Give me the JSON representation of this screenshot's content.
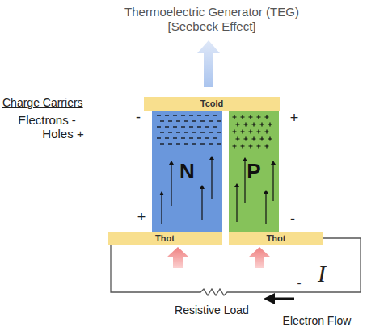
{
  "diagram": {
    "title": "Thermoelectric Generator (TEG) [Seebeck Effect]",
    "nodes": [
      {
        "text": [
          "Tcold"
        ]
      },
      {
        "text": [
          "N"
        ]
      },
      {
        "text": [
          "P"
        ]
      },
      {
        "text": [
          "Thot"
        ]
      },
      {
        "text": [
          "Thot"
        ]
      }
    ],
    "edges": [
      {
        "from": 3,
        "to": 4,
        "arrow": "none"
      }
    ],
    "labels": [
      "Charge Carriers",
      "Electrons -",
      "Holes +",
      "-",
      "+",
      "+",
      "-",
      "I",
      "-",
      "Resistive Load",
      "Electron Flow"
    ]
  }
}
